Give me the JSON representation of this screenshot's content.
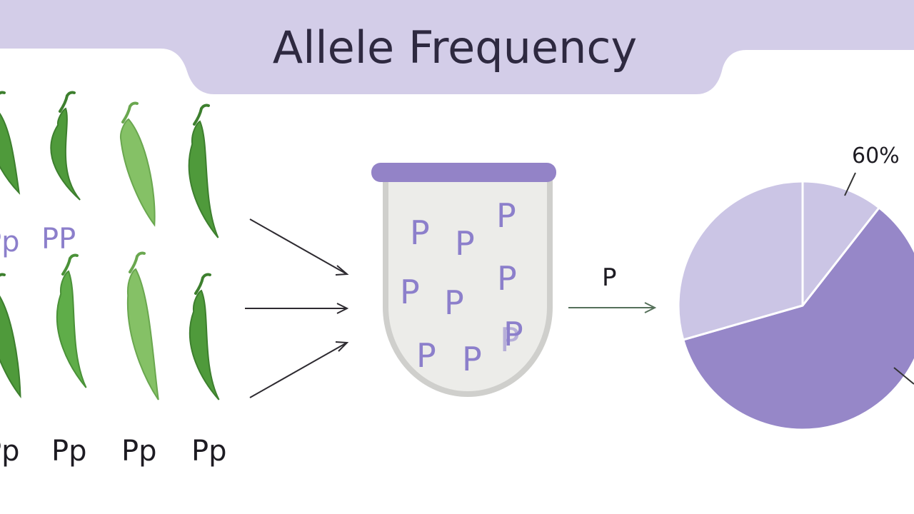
{
  "title": "Allele Frequency",
  "colors": {
    "banner": "#d3cde8",
    "beaker_rim": "#9383c7",
    "beaker_body": "#ecece9",
    "allele_text": "#8c7fcb",
    "pie_major": "#9687c8",
    "pie_minor": "#cbc5e5",
    "pod_dark": "#4f9a3b",
    "pod_light": "#82c063"
  },
  "pods": [
    {
      "shade": "dark"
    },
    {
      "shade": "dark"
    },
    {
      "shade": "light"
    },
    {
      "shade": "dark"
    },
    {
      "shade": "dark"
    },
    {
      "shade": "medium"
    },
    {
      "shade": "light"
    },
    {
      "shade": "dark"
    }
  ],
  "mid_genotypes": [
    "Pp",
    "PP"
  ],
  "bottom_genotypes": [
    "Pp",
    "Pp",
    "Pp",
    "Pp"
  ],
  "beaker_alleles": [
    "P",
    "P",
    "P",
    "P",
    "P",
    "P",
    "P",
    "P",
    "P",
    "P"
  ],
  "arrow_label": "P",
  "pie": {
    "slices": [
      {
        "label": "60%",
        "value": 60,
        "color": "#9687c8"
      },
      {
        "label": "",
        "value": 40,
        "color": "#cbc5e5"
      }
    ]
  }
}
